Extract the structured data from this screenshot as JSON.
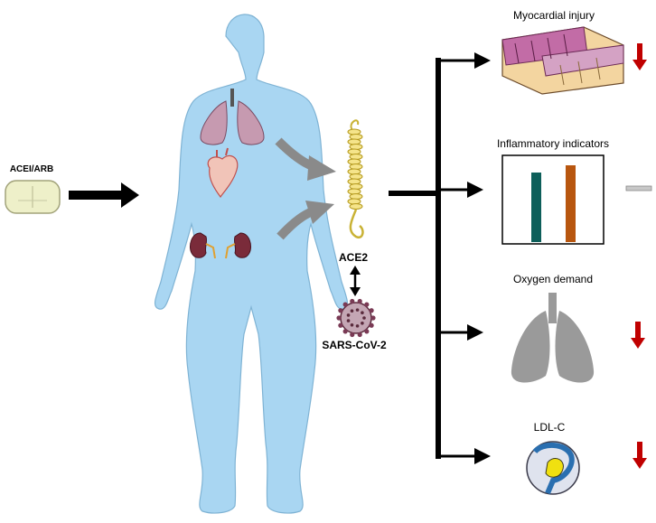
{
  "labels": {
    "drug": "ACEI/ARB",
    "receptor": "ACE2",
    "virus": "SARS-CoV-2"
  },
  "outcomes": [
    {
      "name": "Myocardial injury",
      "effect": "decrease"
    },
    {
      "name": "Inflammatory indicators",
      "effect": "no-change"
    },
    {
      "name": "Oxygen demand",
      "effect": "decrease"
    },
    {
      "name": "LDL-C",
      "effect": "decrease"
    }
  ],
  "colors": {
    "body": "#a9d6f2",
    "arrow_black": "#000000",
    "arrow_gray": "#8a8a8a",
    "decrease_arrow": "#c00000",
    "bar_teal": "#0d5f5a",
    "bar_orange": "#b8560f",
    "lung_gray": "#9a9a9a"
  }
}
